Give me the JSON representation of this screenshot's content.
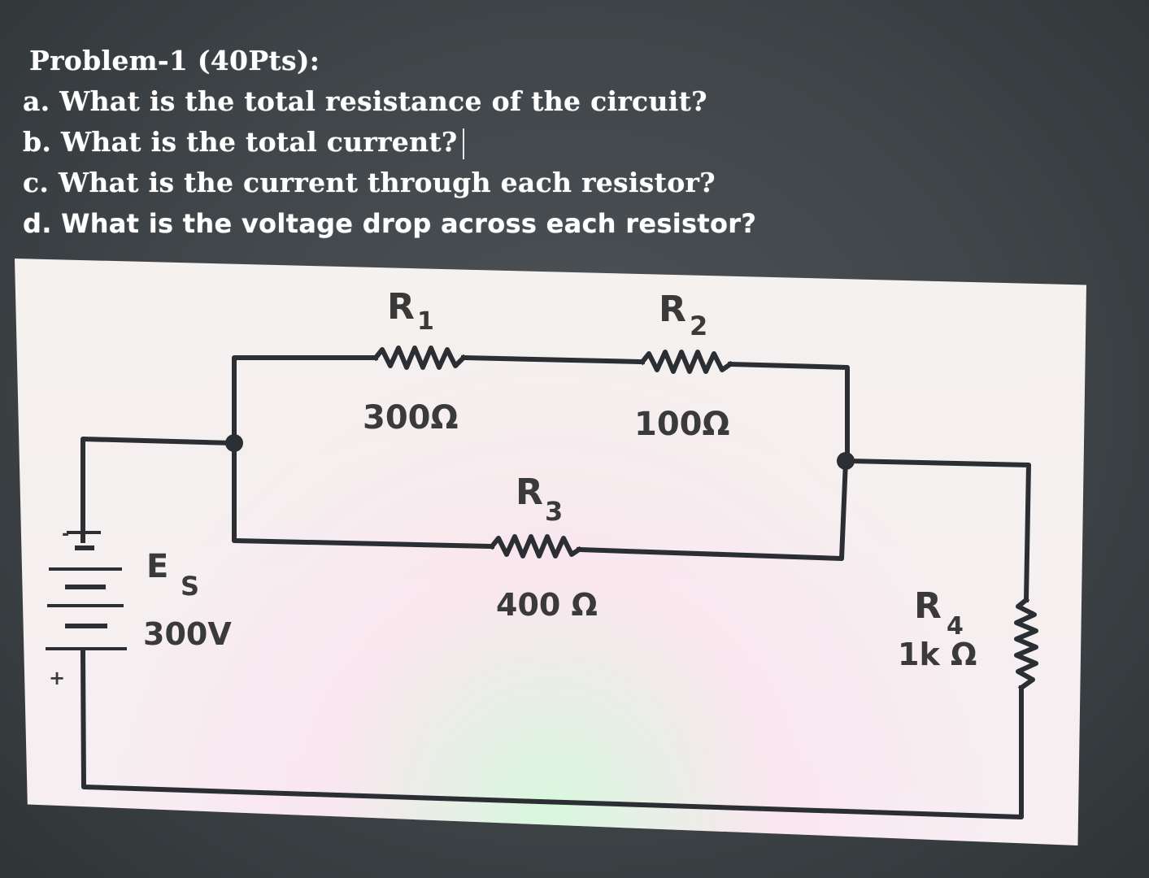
{
  "problem": {
    "title": "Problem-1 (40Pts):",
    "questions": [
      "a. What is the total resistance of the circuit?",
      "b. What is the total current?",
      "c. What is the current through each resistor?",
      "d. What is the voltage drop across each resistor?"
    ]
  },
  "circuit": {
    "source": {
      "name": "E",
      "subscript": "S",
      "value": "300V",
      "minus": "-",
      "plus": "+"
    },
    "r1": {
      "name": "R",
      "subscript": "1",
      "value": "300Ω"
    },
    "r2": {
      "name": "R",
      "subscript": "2",
      "value": "100Ω"
    },
    "r3": {
      "name": "R",
      "subscript": "3",
      "value": "400 Ω"
    },
    "r4": {
      "name": "R",
      "subscript": "4",
      "value": "1k Ω"
    }
  },
  "colors": {
    "wire": "#2b2f33",
    "label": "#3a3a3a",
    "text": "#ffffff"
  }
}
